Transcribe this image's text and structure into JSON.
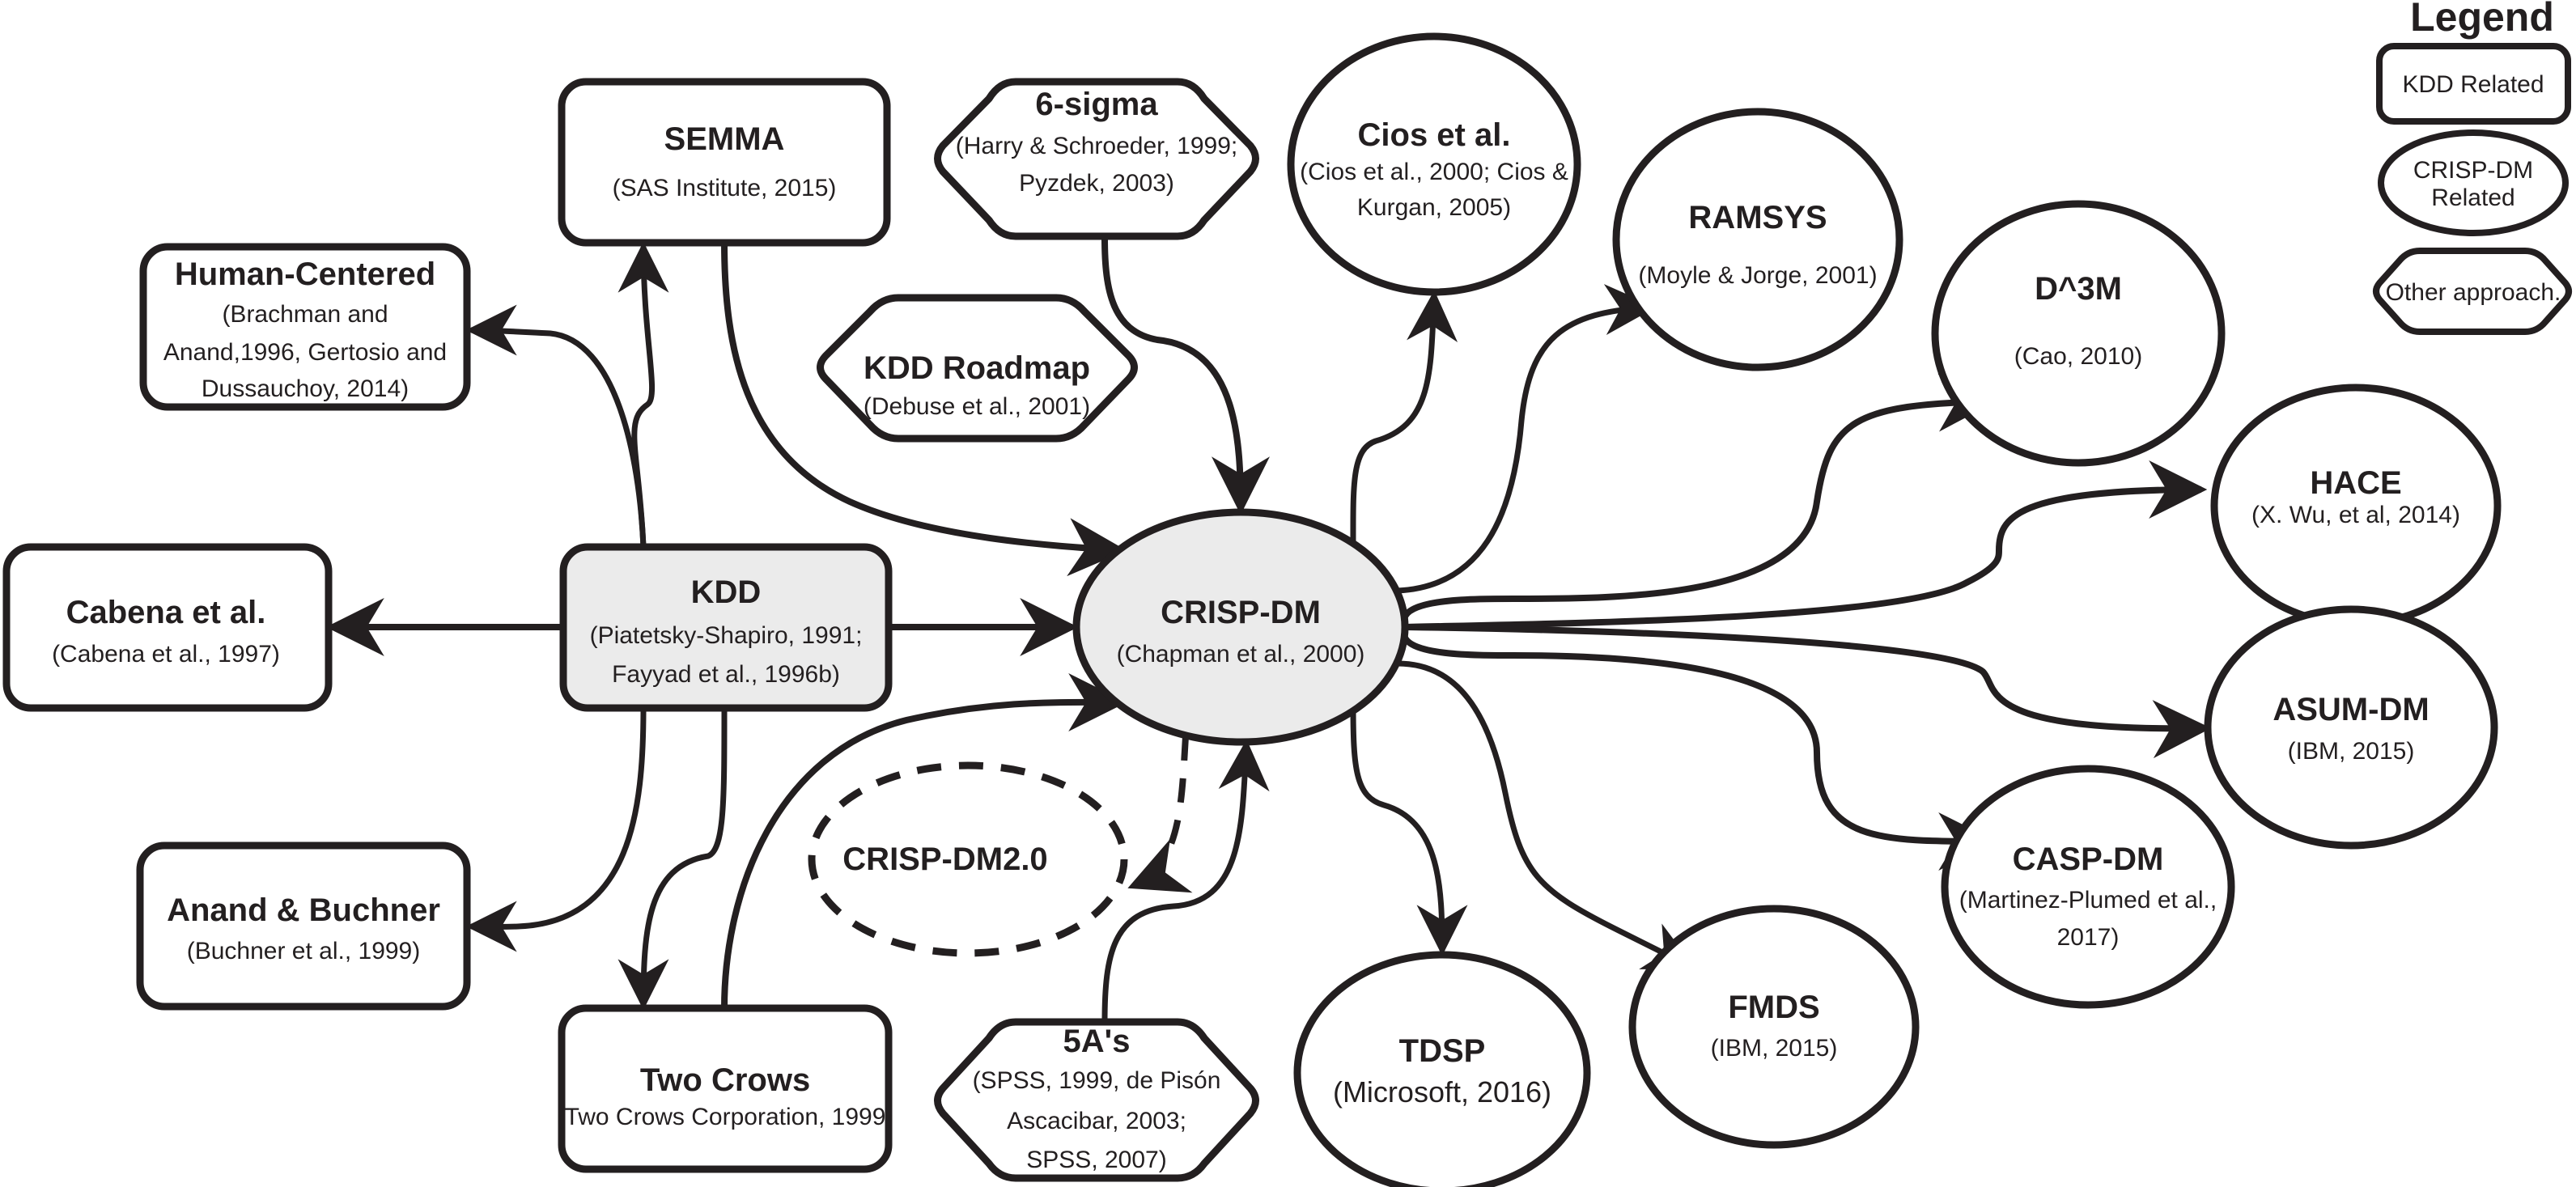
{
  "diagram": {
    "legend": {
      "title": "Legend",
      "items": [
        {
          "shape": "rounded-rectangle",
          "label": "KDD Related"
        },
        {
          "shape": "ellipse",
          "label_lines": [
            "CRISP-DM",
            "Related"
          ]
        },
        {
          "shape": "hexagon",
          "label": "Other approach."
        }
      ]
    },
    "colors": {
      "stroke": "#231f20",
      "core_fill": "#ebebeb",
      "background": "#ffffff"
    },
    "nodes": {
      "kdd": {
        "title": "KDD",
        "cite": [
          "(Piatetsky-Shapiro, 1991;",
          "Fayyad et al., 1996b)"
        ],
        "category": "KDD Related",
        "highlighted": true
      },
      "crisp": {
        "title": "CRISP-DM",
        "cite": [
          "(Chapman et al., 2000)"
        ],
        "category": "CRISP-DM Related",
        "highlighted": true
      },
      "semma": {
        "title": "SEMMA",
        "cite": [
          "(SAS Institute, 2015)"
        ],
        "category": "KDD Related"
      },
      "human": {
        "title": "Human-Centered",
        "cite": [
          "(Brachman and",
          "Anand,1996, Gertosio and",
          "Dussauchoy, 2014)"
        ],
        "category": "KDD Related"
      },
      "cabena": {
        "title": "Cabena et al.",
        "cite": [
          "(Cabena et al., 1997)"
        ],
        "category": "KDD Related"
      },
      "anand": {
        "title": "Anand & Buchner",
        "cite": [
          "(Buchner et al., 1999)"
        ],
        "category": "KDD Related"
      },
      "twocrows": {
        "title": "Two Crows",
        "cite": [
          "(Two Crows Corporation, 1999)"
        ],
        "category": "KDD Related"
      },
      "sixsigma": {
        "title": "6-sigma",
        "cite": [
          "(Harry & Schroeder, 1999;",
          "Pyzdek, 2003)"
        ],
        "category": "Other approach"
      },
      "roadmap": {
        "title": "KDD Roadmap",
        "cite": [
          "(Debuse et al., 2001)"
        ],
        "category": "Other approach"
      },
      "fiveas": {
        "title": "5A's",
        "cite": [
          "(SPSS, 1999, de Pisón",
          "Ascacibar, 2003;",
          "SPSS, 2007)"
        ],
        "category": "Other approach"
      },
      "crisp2": {
        "title": "CRISP-DM2.0",
        "cite": [],
        "category": "CRISP-DM Related",
        "dashed": true
      },
      "cios": {
        "title": "Cios et al.",
        "cite": [
          "(Cios et al., 2000; Cios &",
          "Kurgan, 2005)"
        ],
        "category": "CRISP-DM Related"
      },
      "ramsys": {
        "title": "RAMSYS",
        "cite": [
          "(Moyle & Jorge, 2001)"
        ],
        "category": "CRISP-DM Related"
      },
      "d3m": {
        "title": "D^3M",
        "cite": [
          "(Cao, 2010)"
        ],
        "category": "CRISP-DM Related"
      },
      "hace": {
        "title": "HACE",
        "cite": [
          "(X. Wu, et al, 2014)"
        ],
        "category": "CRISP-DM Related"
      },
      "asum": {
        "title": "ASUM-DM",
        "cite": [
          "(IBM, 2015)"
        ],
        "category": "CRISP-DM Related"
      },
      "casp": {
        "title": "CASP-DM",
        "cite": [
          "(Martinez-Plumed et al.,",
          "2017)"
        ],
        "category": "CRISP-DM Related"
      },
      "fmds": {
        "title": "FMDS",
        "cite": [
          "(IBM, 2015)"
        ],
        "category": "CRISP-DM Related"
      },
      "tdsp": {
        "title": "TDSP",
        "cite": [
          "(Microsoft, 2016)"
        ],
        "category": "CRISP-DM Related"
      }
    },
    "edges": [
      {
        "from": "kdd",
        "to": "semma"
      },
      {
        "from": "semma",
        "to": "crisp"
      },
      {
        "from": "kdd",
        "to": "human"
      },
      {
        "from": "kdd",
        "to": "cabena"
      },
      {
        "from": "kdd",
        "to": "crisp"
      },
      {
        "from": "kdd",
        "to": "anand"
      },
      {
        "from": "kdd",
        "to": "twocrows"
      },
      {
        "from": "twocrows",
        "to": "crisp"
      },
      {
        "from": "sixsigma",
        "to": "crisp"
      },
      {
        "from": "fiveas",
        "to": "crisp"
      },
      {
        "from": "crisp",
        "to": "crisp2",
        "dashed": true
      },
      {
        "from": "crisp",
        "to": "cios"
      },
      {
        "from": "crisp",
        "to": "ramsys"
      },
      {
        "from": "crisp",
        "to": "d3m"
      },
      {
        "from": "crisp",
        "to": "hace"
      },
      {
        "from": "crisp",
        "to": "asum"
      },
      {
        "from": "crisp",
        "to": "casp"
      },
      {
        "from": "crisp",
        "to": "fmds"
      },
      {
        "from": "crisp",
        "to": "tdsp"
      }
    ]
  }
}
